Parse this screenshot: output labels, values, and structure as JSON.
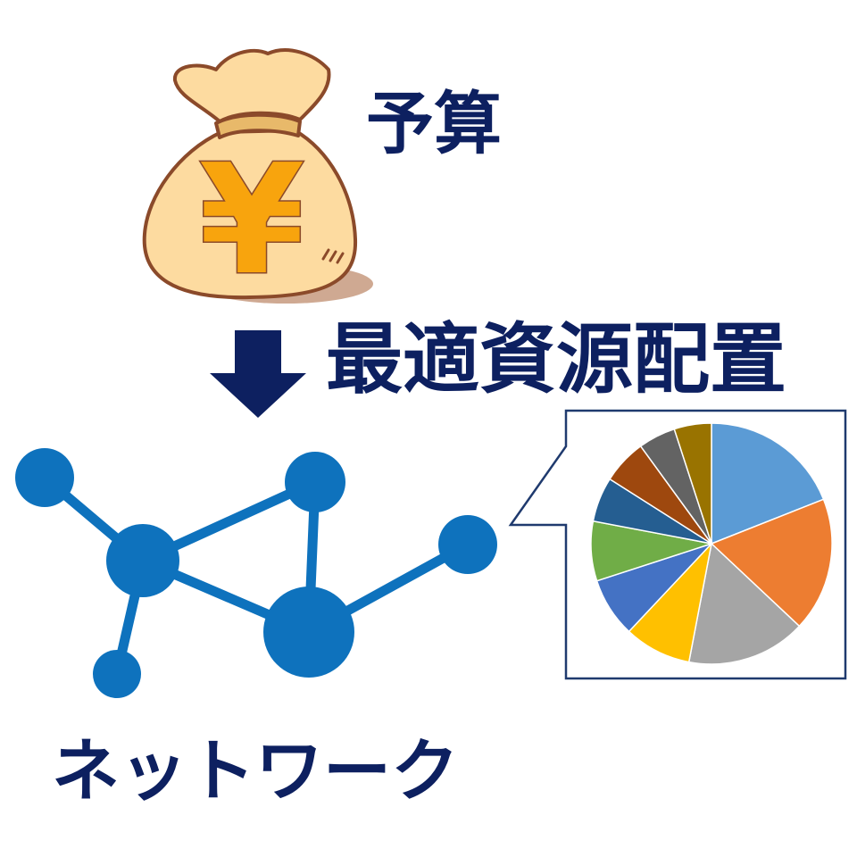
{
  "labels": {
    "budget": "予算",
    "optimal_allocation": "最適資源配置",
    "network": "ネットワーク"
  },
  "money_bag": {
    "symbol": "¥"
  },
  "colors": {
    "text": "#0d2060",
    "arrow": "#0d2060",
    "network": "#0e72bd",
    "bag_fill": "#fddba0",
    "bag_outline": "#8b4a2a",
    "yen": "#f8a40d",
    "callout_border": "#1f3a6e"
  },
  "chart_data": {
    "type": "pie",
    "start": "top",
    "direction": "clockwise",
    "slices": [
      {
        "value": 19,
        "color": "#5b9bd5"
      },
      {
        "value": 18,
        "color": "#ed7d31"
      },
      {
        "value": 16,
        "color": "#a5a5a5"
      },
      {
        "value": 9,
        "color": "#ffc000"
      },
      {
        "value": 8,
        "color": "#4472c4"
      },
      {
        "value": 8,
        "color": "#70ad47"
      },
      {
        "value": 6,
        "color": "#255e91"
      },
      {
        "value": 6,
        "color": "#9e480e"
      },
      {
        "value": 5,
        "color": "#636363"
      },
      {
        "value": 5,
        "color": "#997300"
      }
    ]
  }
}
